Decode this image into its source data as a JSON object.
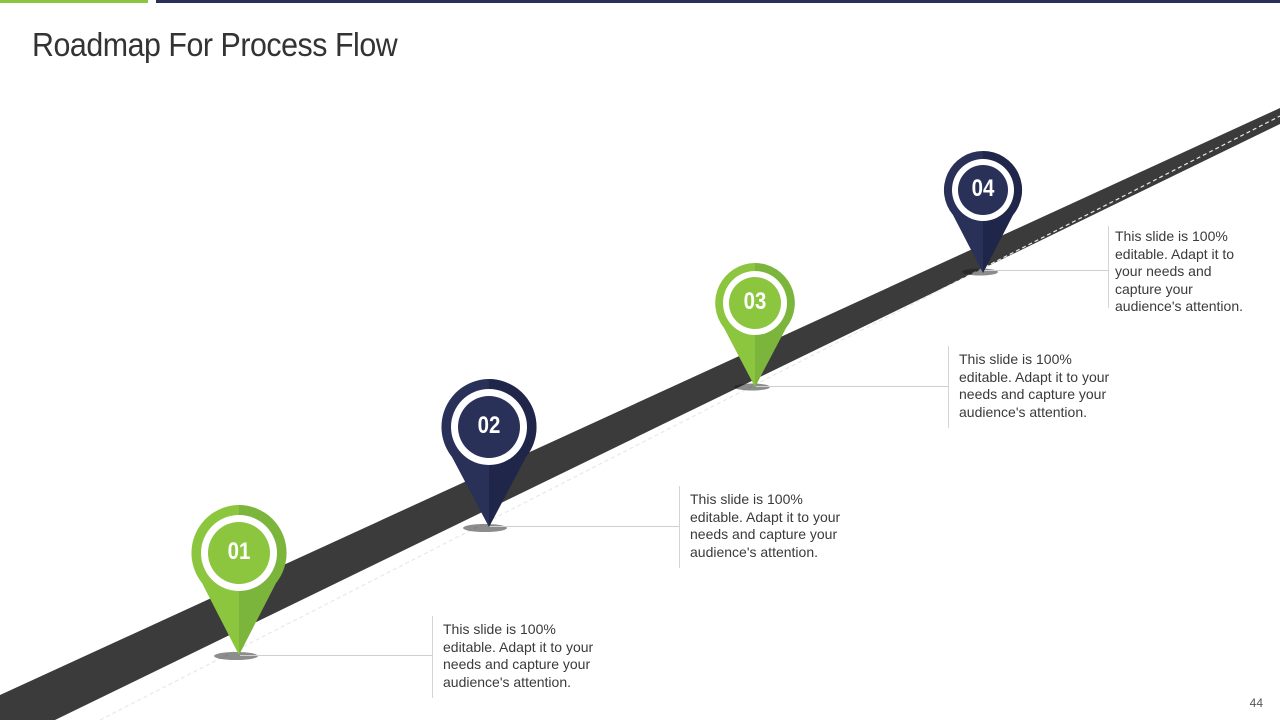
{
  "slide": {
    "title": "Roadmap For Process Flow",
    "page_number": "44"
  },
  "colors": {
    "green": "#8cc63f",
    "green_dark": "#5e9a2c",
    "navy": "#2a3158",
    "navy_dark": "#1a1f3f",
    "road": "#3b3b3b"
  },
  "milestones": [
    {
      "number": "01",
      "color": "green",
      "text": "This slide is 100%\neditable. Adapt it to your\nneeds and capture your\naudience's attention."
    },
    {
      "number": "02",
      "color": "navy",
      "text": "This slide is 100%\neditable. Adapt it to your\nneeds and capture your\naudience's attention."
    },
    {
      "number": "03",
      "color": "green",
      "text": "This slide is 100%\neditable. Adapt it to your\nneeds and capture your\naudience's attention."
    },
    {
      "number": "04",
      "color": "navy",
      "text": "This slide is 100%\neditable. Adapt  it to\nyour needs and\ncapture your\naudience's attention."
    }
  ]
}
